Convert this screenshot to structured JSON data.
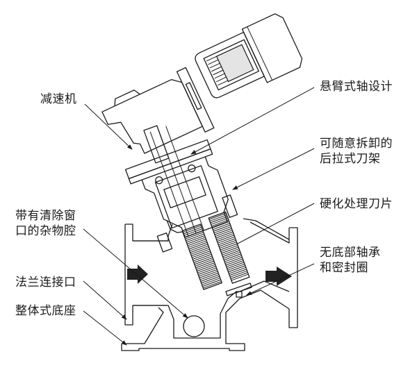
{
  "title": "绞碎机结构示意图",
  "labels": {
    "reducer": "减速机",
    "cantilever_shaft": "悬臂式轴设计",
    "rear_pull_frame_line1": "可随意拆卸的",
    "rear_pull_frame_line2": "后拉式刀架",
    "hardened_blades": "硬化处理刀片",
    "no_bottom_bearing_line1": "无底部轴承",
    "no_bottom_bearing_line2": "和密封圈",
    "debris_chamber_line1": "带有清除窗",
    "debris_chamber_line2": "口的杂物腔",
    "flange_connection": "法兰连接口",
    "integral_base": "整体式底座"
  },
  "colors": {
    "line": "#1a1a1a",
    "flow_arrow": "#222222",
    "motor_panel": "#e4e4e4",
    "background": "#ffffff"
  },
  "flow_direction": "left-to-right"
}
